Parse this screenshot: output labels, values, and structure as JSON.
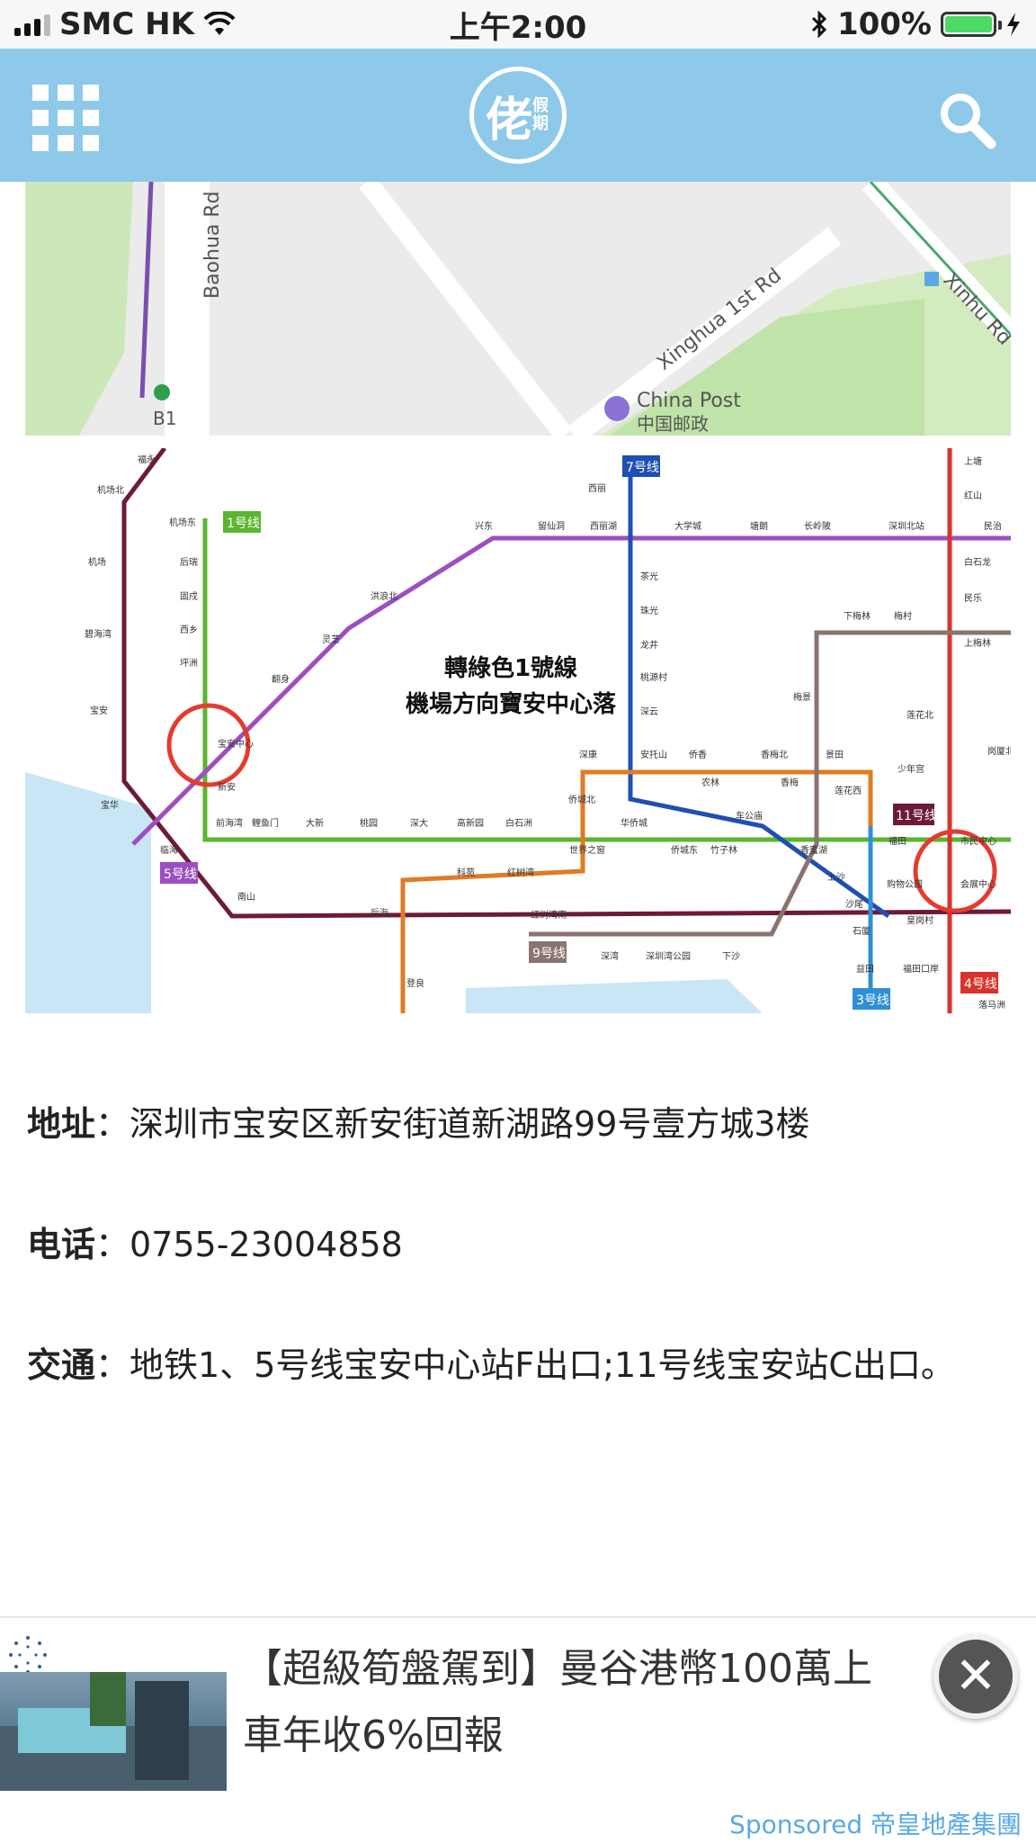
{
  "status_bar": {
    "carrier": "SMC HK",
    "time": "上午2:00",
    "battery": "100%"
  },
  "colors": {
    "header_bg": "#8ec9ea",
    "line1_green": "#5bb52f",
    "line5_purple": "#9b4fc0",
    "line11_maroon": "#6d1a3a",
    "line7_blue": "#1f4fb3",
    "line9_brown": "#8a7470",
    "line4_red": "#d9322c",
    "line3_blue": "#2f8fd5",
    "orange_line": "#e07b25",
    "highlight_red": "#e53b2f",
    "sponsor_blue": "#5aa9e6"
  },
  "header": {
    "logo_char": "佬",
    "logo_small": "假期",
    "menu_icon": "grid-menu-icon",
    "search_icon": "search-icon"
  },
  "map_top": {
    "road1": "Baohua Rd",
    "road2": "Xinghua 1st Rd",
    "road3": "Xinhu Rd",
    "poi_en": "China Post",
    "poi_cn": "中国邮政",
    "exit": "B1"
  },
  "metro_map": {
    "caption_line1": "轉綠色1號線",
    "caption_line2": "機場方向寶安中心落",
    "line_badges": [
      "1号线",
      "7号线",
      "5号线",
      "11号线",
      "9号线",
      "3号线",
      "4号线"
    ],
    "stations": [
      "福永",
      "机场北",
      "机场东",
      "机场",
      "后瑞",
      "固戍",
      "西乡",
      "坪洲",
      "碧海湾",
      "宝安",
      "宝安中心",
      "新安",
      "宝华",
      "临海",
      "前海湾",
      "鲤鱼门",
      "大新",
      "桃园",
      "深大",
      "高新园",
      "白石洲",
      "世界之窗",
      "华侨城",
      "侨城东",
      "竹子林",
      "车公庙",
      "香蜜湖",
      "购物公园",
      "会展中心",
      "市民中心",
      "福田",
      "上沙",
      "沙尾",
      "石厦",
      "益田",
      "福田口岸",
      "皇岗村",
      "上塘",
      "红山",
      "白石龙",
      "民乐",
      "上梅林",
      "莲花北",
      "少年宫",
      "莲花西",
      "景田",
      "香梅北",
      "香梅",
      "农林",
      "侨香",
      "安托山",
      "深康",
      "侨城北",
      "科苑",
      "红树湾",
      "红树湾南",
      "深湾",
      "深圳湾公园",
      "下沙",
      "后海",
      "南山",
      "登良",
      "西丽",
      "茶光",
      "珠光",
      "龙井",
      "桃源村",
      "深云",
      "西丽湖",
      "大学城",
      "塘朗",
      "长岭陂",
      "深圳北站",
      "民治",
      "兴东",
      "留仙洞",
      "洪浪北",
      "灵芝",
      "翻身",
      "下梅林",
      "梅村",
      "梅景",
      "落马洲",
      "岗厦北"
    ]
  },
  "info": {
    "address_label": "地址",
    "address_value": "：深圳市宝安区新安街道新湖路99号壹方城3楼",
    "phone_label": "电话",
    "phone_value": "：0755-23004858",
    "traffic_label": "交通",
    "traffic_value": "：地铁1、5号线宝安中心站F出口;11号线宝安站C出口。"
  },
  "ad": {
    "title": "【超級筍盤駕到】曼谷港幣100萬上\n車年收6%回報",
    "close": "✕",
    "sponsored": "Sponsored 帝皇地產集團"
  }
}
